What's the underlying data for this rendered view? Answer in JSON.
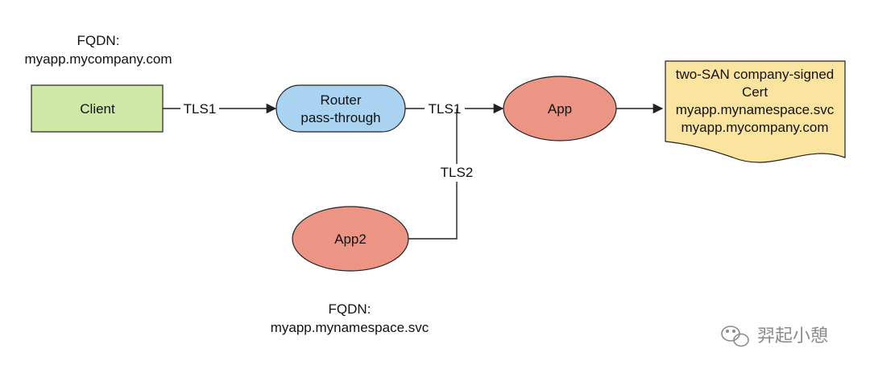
{
  "colors": {
    "client_fill": "#cfe8a6",
    "router_fill": "#a9d3f0",
    "app_fill": "#ed9585",
    "cert_fill": "#fbe3a0",
    "stroke": "#222222",
    "watermark": "#8a8a8a"
  },
  "nodes": {
    "client": {
      "label": "Client"
    },
    "router": {
      "line1": "Router",
      "line2": "pass-through"
    },
    "app": {
      "label": "App"
    },
    "app2": {
      "label": "App2"
    },
    "cert": {
      "line1": "two-SAN company-signed",
      "line2": "Cert",
      "line3": "myapp.mynamespace.svc",
      "line4": "myapp.mycompany.com"
    }
  },
  "annotations": {
    "fqdn_top": {
      "line1": "FQDN:",
      "line2": "myapp.mycompany.com"
    },
    "fqdn_bottom": {
      "line1": "FQDN:",
      "line2": "myapp.mynamespace.svc"
    }
  },
  "edges": {
    "client_router": "TLS1",
    "router_app": "TLS1",
    "app2_branch": "TLS2"
  },
  "watermark": {
    "icon": "wechat-icon",
    "text": "羿起小憩"
  }
}
